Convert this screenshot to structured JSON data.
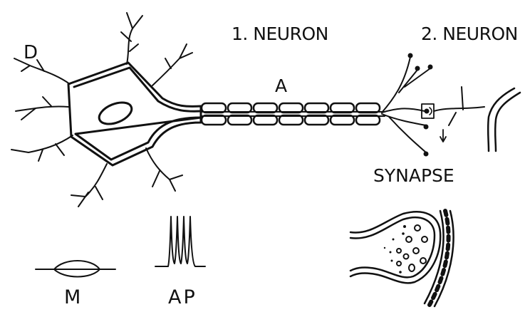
{
  "labels": {
    "dendrite": "D",
    "neuron1": "1. NEURON",
    "axon": "A",
    "neuron2": "2. NEURON",
    "synapse": "SYNAPSE",
    "membrane": "M",
    "action_potential": "AP"
  },
  "colors": {
    "ink": "#111111",
    "background": "#ffffff"
  }
}
